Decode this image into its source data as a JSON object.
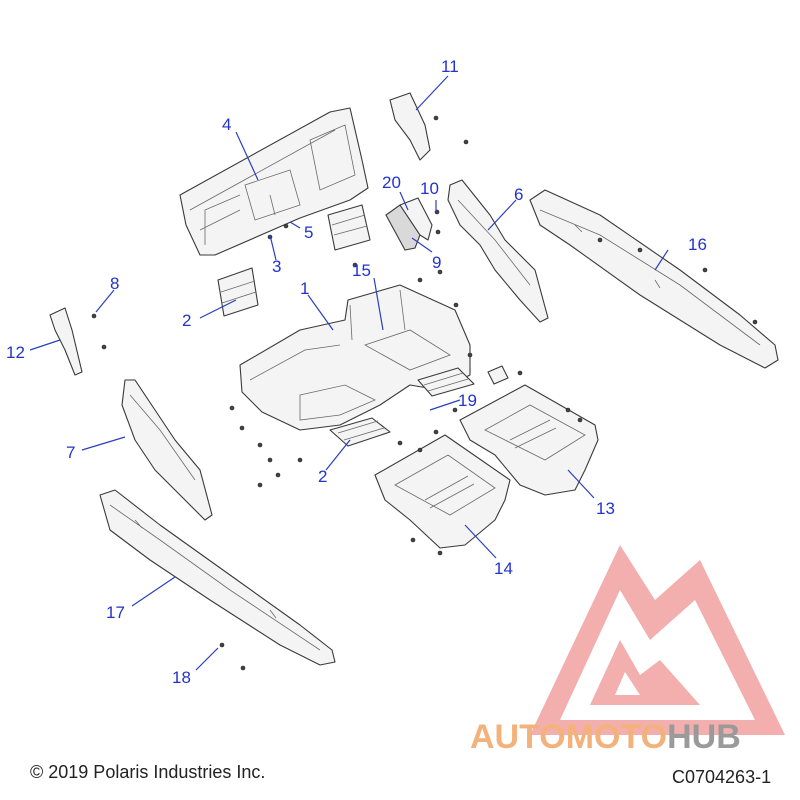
{
  "callouts": [
    {
      "id": "c1",
      "label": "1"
    },
    {
      "id": "c2a",
      "label": "2"
    },
    {
      "id": "c2b",
      "label": "2"
    },
    {
      "id": "c3",
      "label": "3"
    },
    {
      "id": "c4",
      "label": "4"
    },
    {
      "id": "c5",
      "label": "5"
    },
    {
      "id": "c6",
      "label": "6"
    },
    {
      "id": "c7",
      "label": "7"
    },
    {
      "id": "c8",
      "label": "8"
    },
    {
      "id": "c9",
      "label": "9"
    },
    {
      "id": "c10",
      "label": "10"
    },
    {
      "id": "c11",
      "label": "11"
    },
    {
      "id": "c12",
      "label": "12"
    },
    {
      "id": "c13",
      "label": "13"
    },
    {
      "id": "c14",
      "label": "14"
    },
    {
      "id": "c15",
      "label": "15"
    },
    {
      "id": "c16",
      "label": "16"
    },
    {
      "id": "c17",
      "label": "17"
    },
    {
      "id": "c18",
      "label": "18"
    },
    {
      "id": "c19",
      "label": "19"
    },
    {
      "id": "c20",
      "label": "20"
    }
  ],
  "footer": {
    "copyright": "© 2019 Polaris Industries Inc.",
    "diagram_code": "C0704263-1"
  },
  "watermark": {
    "word_auto": "AUTO",
    "word_moto": "MOTO",
    "word_hub": "HUB",
    "colors": {
      "triangle": "#f08a8a",
      "auto": "#f3b27b",
      "hub": "#9a9a9a"
    }
  }
}
